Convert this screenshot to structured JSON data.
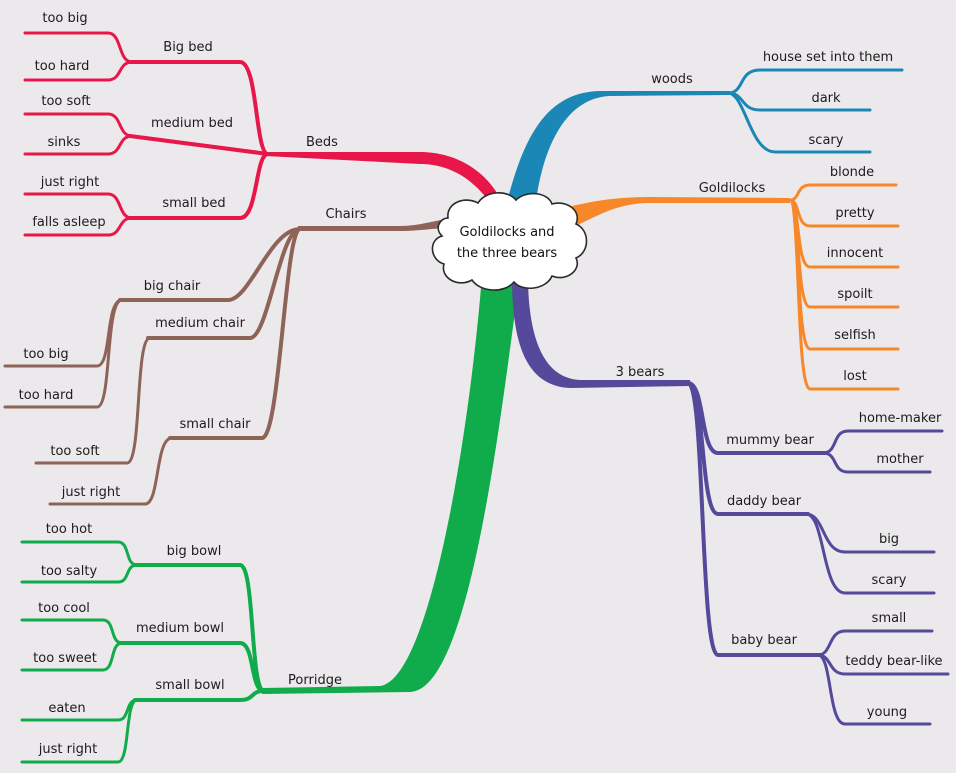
{
  "central_topic": {
    "line1": "Goldilocks and",
    "line2": "the three bears"
  },
  "branches": {
    "beds": {
      "label": "Beds",
      "color": "#e8174a",
      "children": [
        {
          "label": "Big bed",
          "leaves": [
            "too big",
            "too hard"
          ]
        },
        {
          "label": "medium bed",
          "leaves": [
            "too soft",
            "sinks"
          ]
        },
        {
          "label": "small bed",
          "leaves": [
            "just right",
            "falls asleep"
          ]
        }
      ]
    },
    "chairs": {
      "label": "Chairs",
      "color": "#8e6358",
      "children": [
        {
          "label": "big chair",
          "leaves": [
            "too big",
            "too hard"
          ]
        },
        {
          "label": "medium chair",
          "leaves": [
            "too soft"
          ]
        },
        {
          "label": "small chair",
          "leaves": [
            "just right"
          ]
        }
      ]
    },
    "porridge": {
      "label": "Porridge",
      "color": "#10ab4a",
      "children": [
        {
          "label": "big bowl",
          "leaves": [
            "too hot",
            "too salty"
          ]
        },
        {
          "label": "medium bowl",
          "leaves": [
            "too cool",
            "too sweet"
          ]
        },
        {
          "label": "small bowl",
          "leaves": [
            "eaten",
            "just right"
          ]
        }
      ]
    },
    "woods": {
      "label": "woods",
      "color": "#1a87b6",
      "leaves": [
        "house set into them",
        "dark",
        "scary"
      ]
    },
    "goldilocks": {
      "label": "Goldilocks",
      "color": "#f7882a",
      "leaves": [
        "blonde",
        "pretty",
        "innocent",
        "spoilt",
        "selfish",
        "lost"
      ]
    },
    "bears": {
      "label": "3 bears",
      "color": "#54499a",
      "children": [
        {
          "label": "mummy bear",
          "leaves": [
            "home-maker",
            "mother"
          ]
        },
        {
          "label": "daddy bear",
          "leaves": [
            "big",
            "scary"
          ]
        },
        {
          "label": "baby bear",
          "leaves": [
            "small",
            "teddy bear-like",
            "young"
          ]
        }
      ]
    }
  }
}
